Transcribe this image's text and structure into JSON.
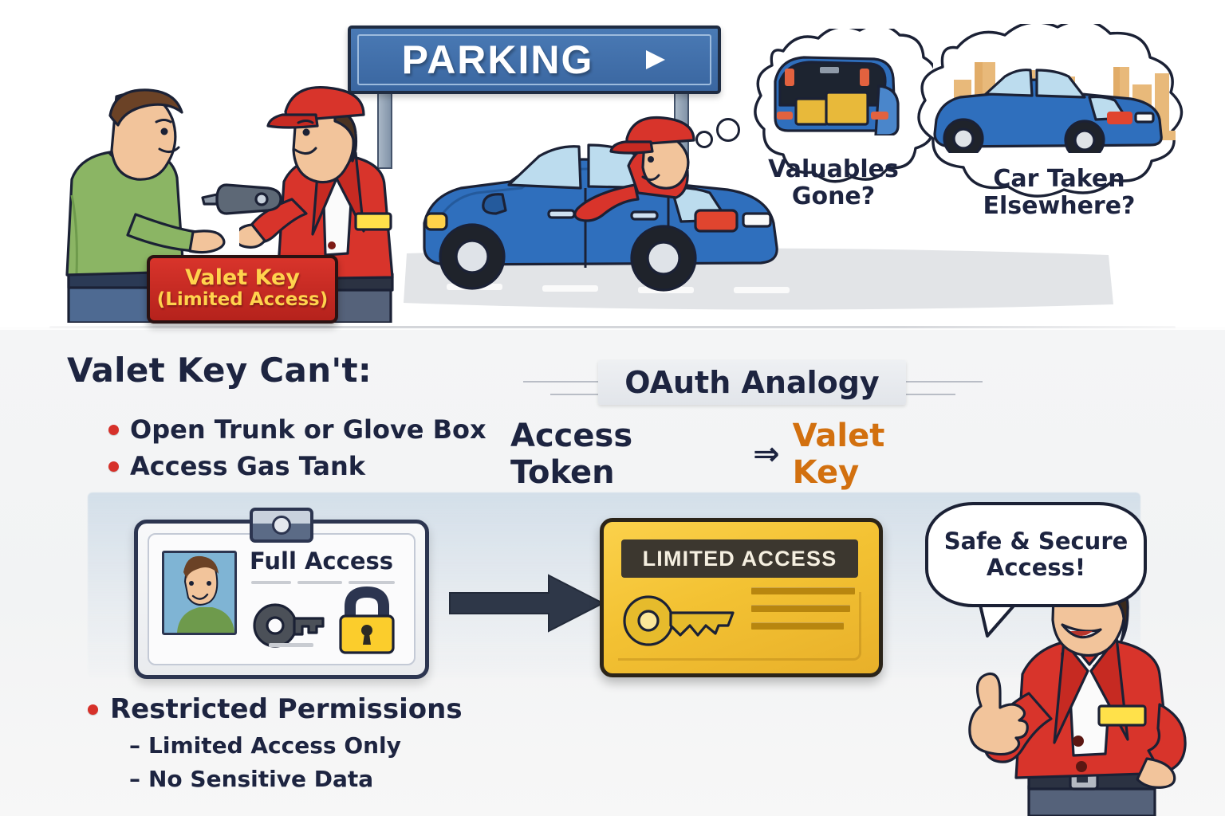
{
  "top_scene": {
    "parking_sign": {
      "label": "PARKING",
      "arrow_icon": "right-arrow-icon",
      "board_color": "#3a66a0"
    },
    "banner": {
      "line1": "Valet Key",
      "line2": "(Limited Access)",
      "bg_color": "#c62a22",
      "text_color": "#ffd34d"
    },
    "characters": {
      "customer": {
        "name": "customer",
        "shirt_color": "#7fa85a"
      },
      "valet_handing_key": {
        "name": "valet-attendant",
        "jacket_color": "#d8342b",
        "cap_color": "#d8342b"
      },
      "valet_driving": {
        "name": "valet-driver",
        "jacket_color": "#d8342b"
      }
    },
    "car": {
      "name": "blue-sedan",
      "color": "#2f6fbd"
    },
    "thought_bubbles": [
      {
        "text_line1": "Valuables",
        "text_line2": "Gone?",
        "icon": "open-trunk-with-luggage-icon"
      },
      {
        "text_line1": "Car Taken Elsewhere?",
        "text_line2": "",
        "icon": "car-in-city-icon"
      }
    ]
  },
  "lower_panel": {
    "cant_title": "Valet Key Can't:",
    "cant_items": [
      "Open Trunk or Glove Box",
      "Access Gas Tank"
    ],
    "bullet_color": "#d6312a",
    "oauth": {
      "header": "OAuth Analogy",
      "equation_left": "Access Token",
      "equation_arrow": "⇒",
      "equation_right": "Valet Key",
      "right_color": "#d2700f"
    },
    "badge": {
      "title": "Full Access",
      "photo_icon": "person-photo-icon",
      "key_icon": "key-icon",
      "lock_icon": "padlock-icon"
    },
    "transition_arrow": "right-arrow-icon",
    "gold_card": {
      "band_label": "LIMITED ACCESS",
      "key_icon": "gold-key-icon",
      "card_color": "#f3c233",
      "band_color": "#3c372f"
    },
    "speech": {
      "line1": "Safe & Secure",
      "line2": "Access!"
    },
    "permissions": {
      "head": "Restricted Permissions",
      "sub_items": [
        "Limited Access Only",
        "No Sensitive Data"
      ],
      "dash": "–"
    }
  }
}
